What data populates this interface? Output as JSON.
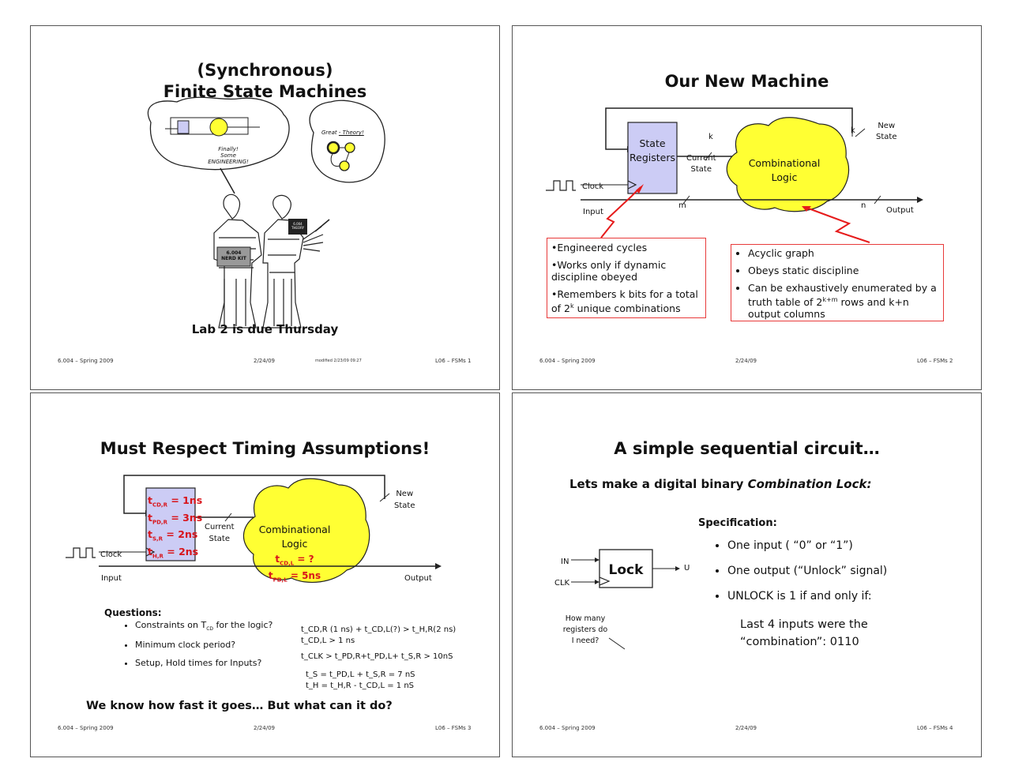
{
  "footer": {
    "course": "6.004 – Spring 2009",
    "date": "2/24/09"
  },
  "slide1": {
    "title_line1": "(Synchronous)",
    "title_line2": "Finite State Machines",
    "bubble_left_l1": "Finally!",
    "bubble_left_l2": "Some ENGINEERING!",
    "bubble_right_a": "Great",
    "bubble_right_b": "- Theory!",
    "nerd_kit_l1": "6.004",
    "nerd_kit_l2": "NERD KIT",
    "book_label": "6.004 THEORY",
    "lab_note": "Lab 2 is due Thursday",
    "modified": "modified 2/23/09 09:27",
    "page": "L06 – FSMs  1"
  },
  "slide2": {
    "title": "Our New Machine",
    "state_registers_l1": "State",
    "state_registers_l2": "Registers",
    "current_state_l1": "Current",
    "current_state_l2": "State",
    "comb_l1": "Combinational",
    "comb_l2": "Logic",
    "new_state_l1": "New",
    "new_state_l2": "State",
    "k1": "k",
    "k2": "k",
    "m": "m",
    "n": "n",
    "clock": "Clock",
    "input": "Input",
    "output": "Output",
    "left_box": [
      "•Engineered cycles",
      "•Works only if dynamic discipline obeyed",
      "•Remembers k bits for a total of 2",
      "k",
      " unique combinations"
    ],
    "right_box": [
      "Acyclic graph",
      "Obeys static discipline",
      "Can be exhaustively enumerated by a truth table of 2",
      "k+m",
      " rows and k+n output columns"
    ],
    "page": "L06 – FSMs  2"
  },
  "slide3": {
    "title": "Must Respect Timing Assumptions!",
    "reg_lines": [
      "CD,R",
      " = 1ns",
      "PD,R",
      " = 3ns",
      "S,R",
      " = 2ns",
      "H,R",
      " = 2ns"
    ],
    "current_state_l1": "Current",
    "current_state_l2": "State",
    "comb_l1": "Combinational",
    "comb_l2": "Logic",
    "cdl": "CD,L",
    "cdl_val": " = ?",
    "pdl": "PD,L",
    "pdl_val": " = 5ns",
    "new_state_l1": "New",
    "new_state_l2": "State",
    "clock": "Clock",
    "input": "Input",
    "output": "Output",
    "questions_heading": "Questions:",
    "questions": [
      "Constraints on T",
      "CD",
      " for the logic?",
      "Minimum clock period?",
      "Setup, Hold times for Inputs?"
    ],
    "eq1": "t_CD,R (1 ns) + t_CD,L(?) > t_H,R(2 ns)",
    "eq2": "t_CD,L > 1 ns",
    "eq3": "t_CLK > t_PD,R+t_PD,L+ t_S,R > 10nS",
    "eq4": "t_S = t_PD,L + t_S,R = 7 nS",
    "eq5": "t_H = t_H,R - t_CD,L = 1 nS",
    "closing": "We know how fast it goes… But what can it do?",
    "page": "L06 – FSMs  3"
  },
  "slide4": {
    "title": "A simple sequential circuit…",
    "subtitle_a": "Lets make a digital binary ",
    "subtitle_b": "Combination Lock:",
    "spec": "Specification:",
    "bullets": [
      "One input ( “0” or “1”)",
      "One output (“Unlock” signal)",
      "UNLOCK is 1 if and only if:"
    ],
    "last_l1": "Last 4 inputs were the",
    "last_l2": "“combination”: 0110",
    "in": "IN",
    "clk": "CLK",
    "lock": "Lock",
    "u": "U",
    "howmany_l1": "How many",
    "howmany_l2": "registers do",
    "howmany_l3": "I need?",
    "page": "L06 – FSMs  4"
  },
  "colors": {
    "logic_yellow": "#ffff33",
    "register_lavender": "#ccccf5",
    "timing_red": "#d8141b",
    "box_border": "#e83a3a"
  }
}
